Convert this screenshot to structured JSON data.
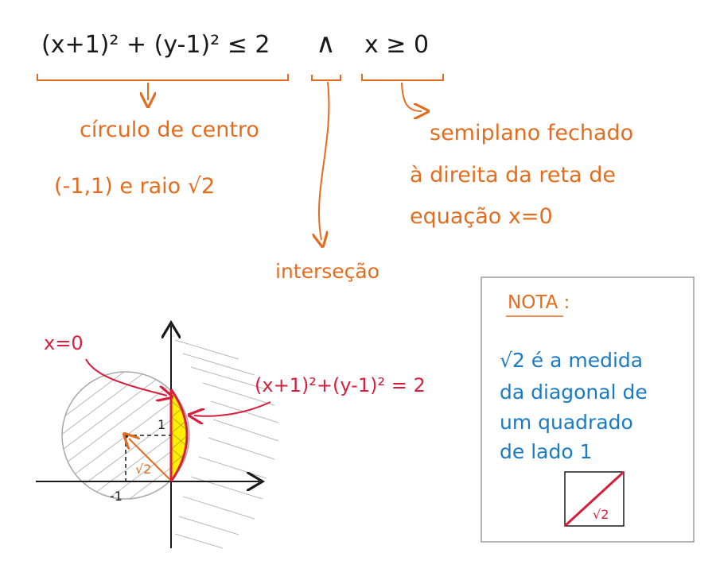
{
  "formula": {
    "circle_part": "(x+1)² + (y-1)² ≤ 2",
    "and_symbol": "∧",
    "halfplane_part": "x ≥ 0"
  },
  "annotations": {
    "circle_line1": "círculo de centro",
    "circle_line2": "(-1,1) e raio √2",
    "halfplane_line1": "semiplano fechado",
    "halfplane_line2": "à direita da reta de",
    "halfplane_line3": "equação x=0",
    "intersection": "interseção"
  },
  "graph": {
    "line_label": "x=0",
    "circle_label": "(x+1)²+(y-1)² = 2",
    "tick_y": "1",
    "tick_x": "-1",
    "radius_label": "√2"
  },
  "note": {
    "title": "NOTA :",
    "line1": "√2 é a medida",
    "line2": "da diagonal de",
    "line3": "um quadrado",
    "line4": "de lado 1",
    "square_label": "√2"
  },
  "colors": {
    "formula": "#1a1a1a",
    "annotation": "#e36c1e",
    "graph_label": "#d81e3c",
    "note_text": "#1a7ac4",
    "region_fill": "#ffef00",
    "circle_stroke": "#a8a8a8"
  }
}
